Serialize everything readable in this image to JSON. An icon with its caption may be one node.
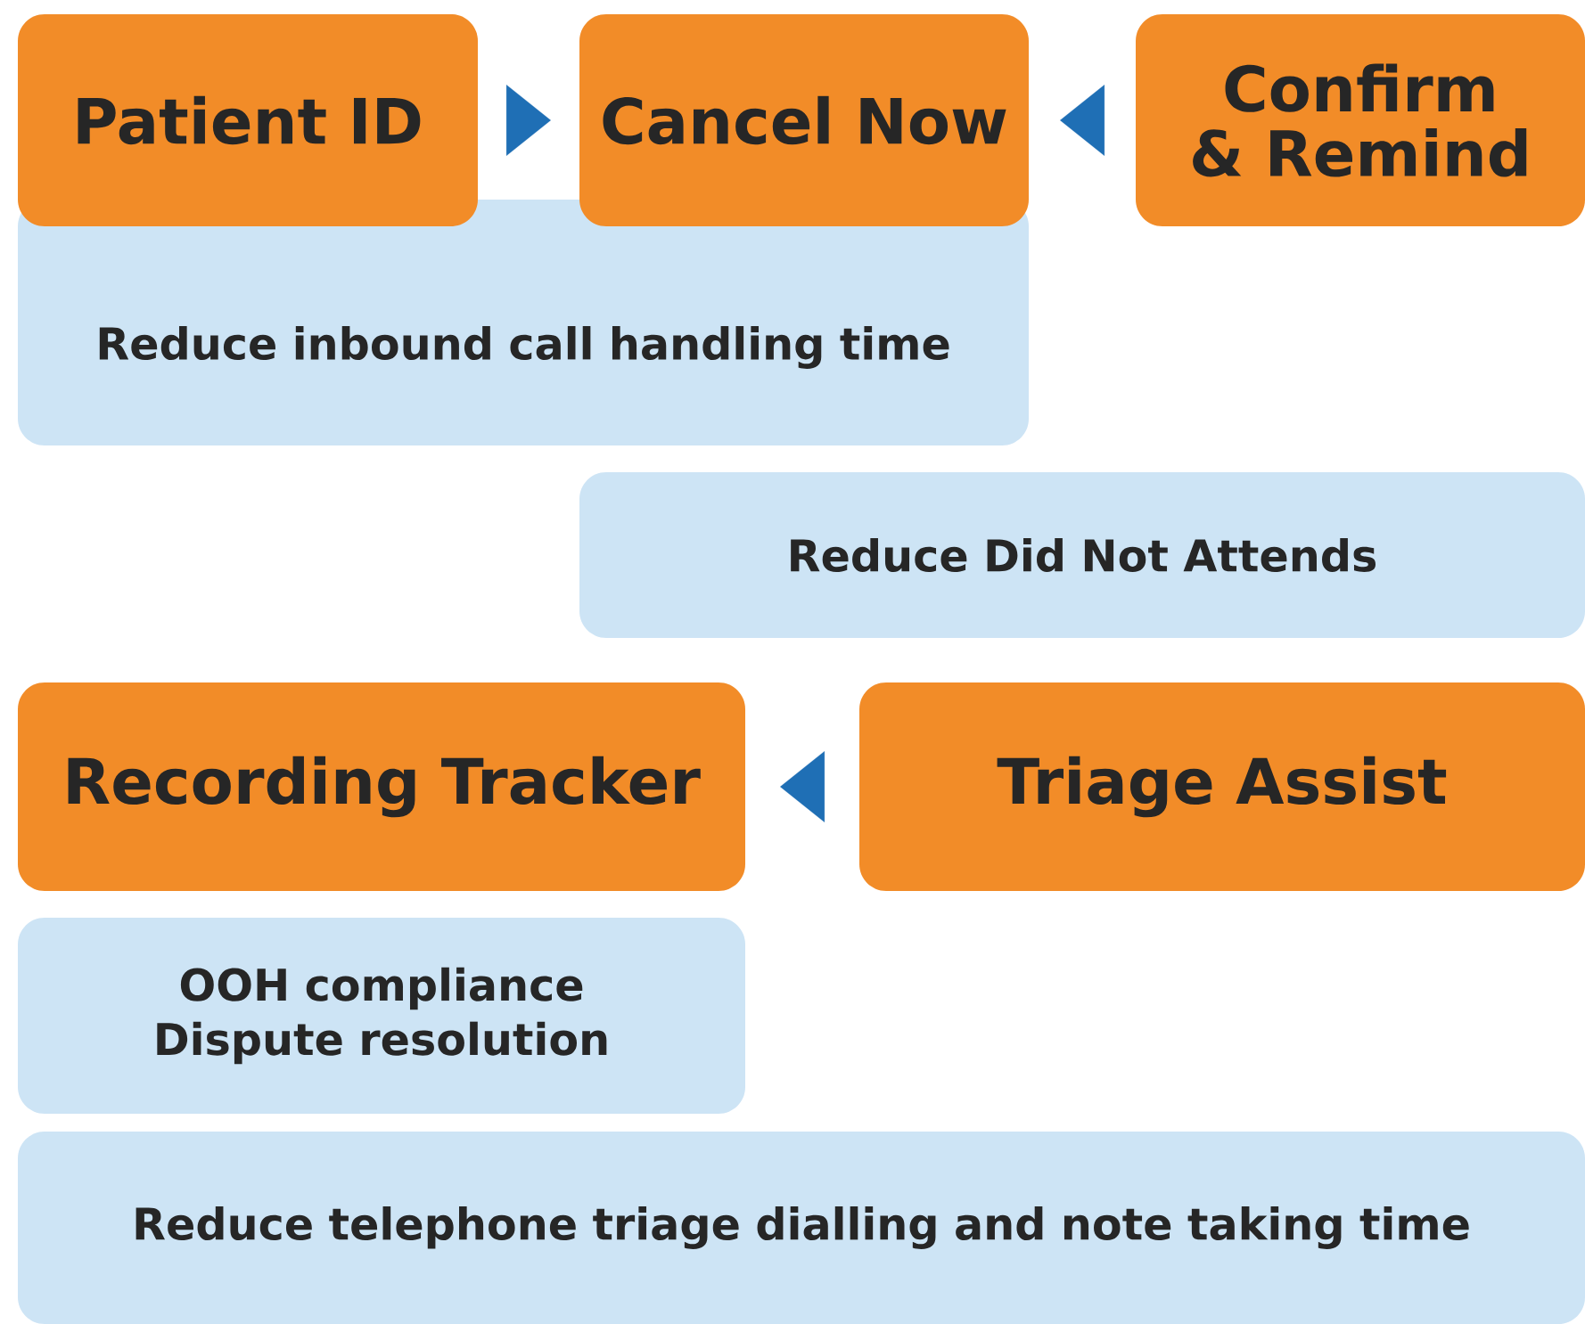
{
  "diagram": {
    "nodes": [
      {
        "text": [
          "Patient ID"
        ]
      },
      {
        "text": [
          "Cancel Now"
        ]
      },
      {
        "text": [
          "Confirm & Remind"
        ]
      },
      {
        "text": [
          "Reduce inbound call handling time"
        ]
      },
      {
        "text": [
          "Reduce Did Not Attends"
        ]
      },
      {
        "text": [
          "Recording Tracker"
        ]
      },
      {
        "text": [
          "Triage Assist"
        ]
      },
      {
        "text": [
          "OOH compliance",
          "Dispute resolution"
        ]
      },
      {
        "text": [
          "Reduce telephone triage dialling and note taking time"
        ]
      }
    ],
    "edges": [
      {
        "from": 0,
        "to": 1,
        "arrow": "to"
      },
      {
        "from": 2,
        "to": 1,
        "arrow": "to"
      },
      {
        "from": 6,
        "to": 5,
        "arrow": "to"
      }
    ]
  }
}
